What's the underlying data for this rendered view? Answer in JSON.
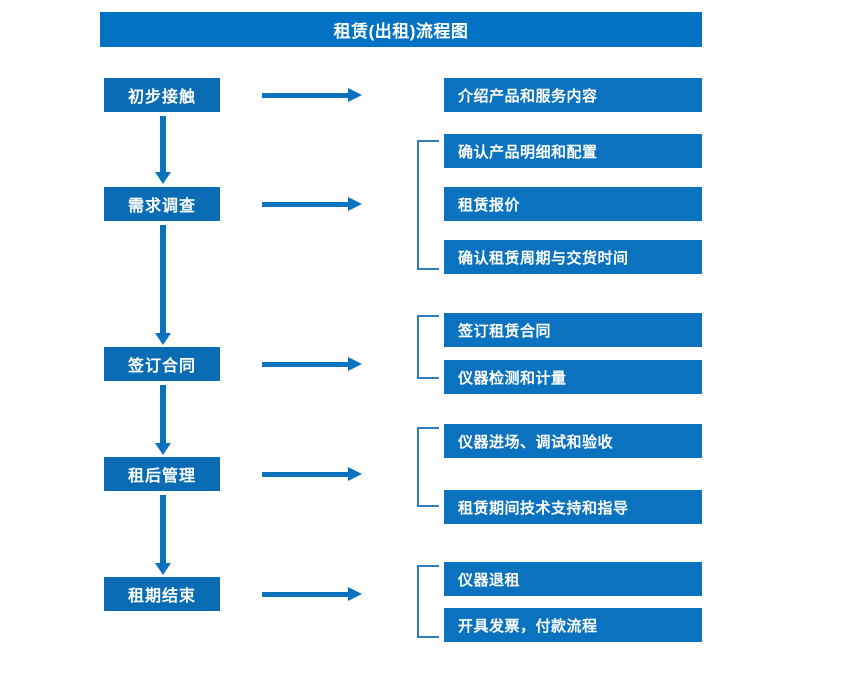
{
  "title": "租赁(出租)流程图",
  "colors": {
    "title_bar": "#0272c4",
    "stage_box": "#0a6cb5",
    "detail_box": "#0a72bf",
    "arrow": "#0a72bf",
    "bracket": "#2d7fc0",
    "text": "#ffffff",
    "background": "#ffffff"
  },
  "stages": [
    {
      "label": "初步接触"
    },
    {
      "label": "需求调查"
    },
    {
      "label": "签订合同"
    },
    {
      "label": "租后管理"
    },
    {
      "label": "租期结束"
    }
  ],
  "details": [
    {
      "label": "介绍产品和服务内容"
    },
    {
      "label": "确认产品明细和配置"
    },
    {
      "label": "租赁报价"
    },
    {
      "label": "确认租赁周期与交货时间"
    },
    {
      "label": "签订租赁合同"
    },
    {
      "label": "仪器检测和计量"
    },
    {
      "label": "仪器进场、调试和验收"
    },
    {
      "label": "租赁期间技术支持和指导"
    },
    {
      "label": "仪器退租"
    },
    {
      "label": "开具发票，付款流程"
    }
  ]
}
